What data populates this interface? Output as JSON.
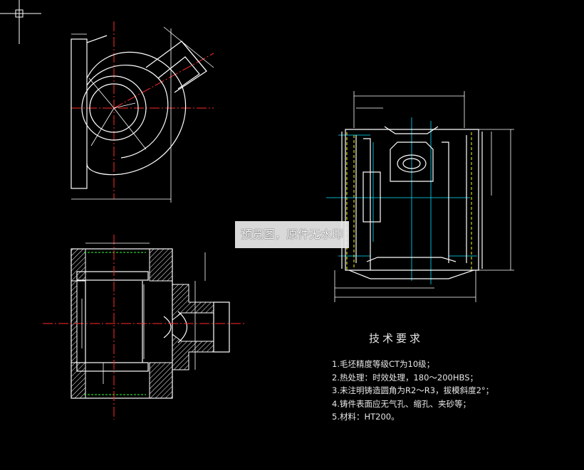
{
  "tech_requirements": {
    "title": "技术要求",
    "items": [
      "1.毛坯精度等级CT为10级；",
      "2.热处理：时效处理，180～200HBS；",
      "3.未注明铸造圆角为R2～R3，拔模斜度2°；",
      "4.铸件表面应无气孔、缩孔、夹砂等；",
      "5.材料：HT200。"
    ]
  },
  "watermark": {
    "text": "预览图，原件无水印"
  },
  "colors": {
    "background": "#000000",
    "outline": "#ffffff",
    "centerline": "#ff2a2a",
    "dimension": "#00e5ff",
    "hidden_line": "#ffff00",
    "hatch": "#ffffff",
    "thread": "#33ff33"
  }
}
